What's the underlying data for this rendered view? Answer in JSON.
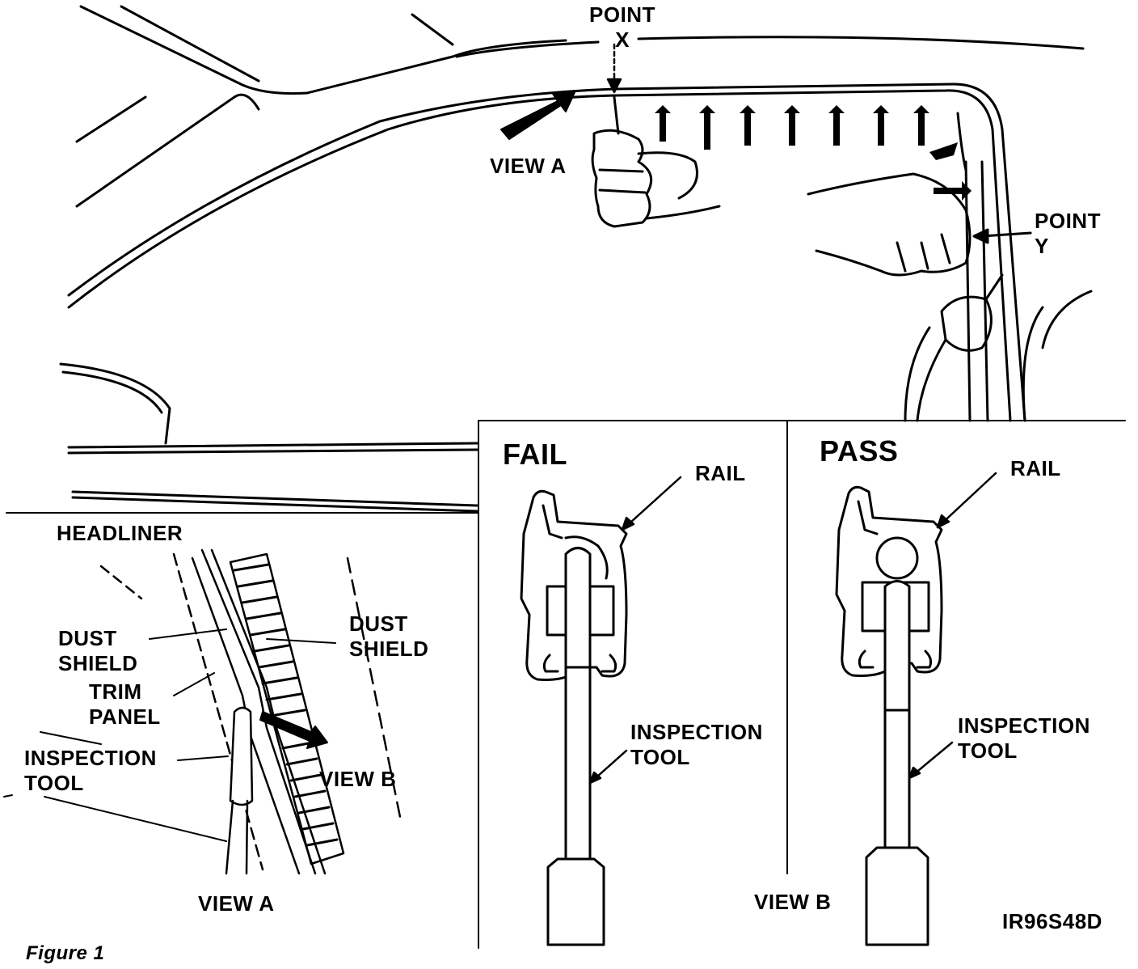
{
  "labels": {
    "point_x": "POINT\nX",
    "point_y": "POINT\nY",
    "view_a_top": "VIEW A",
    "headliner": "HEADLINER",
    "dust_shield_left": "DUST\nSHIELD",
    "dust_shield_right": "DUST\nSHIELD",
    "trim_panel": "TRIM\nPANEL",
    "inspection_tool_left": "INSPECTION\nTOOL",
    "view_b_small": "VIEW B",
    "view_a_bottom": "VIEW A",
    "fail": "FAIL",
    "pass": "PASS",
    "rail_fail": "RAIL",
    "rail_pass": "RAIL",
    "inspection_tool_fail": "INSPECTION\nTOOL",
    "inspection_tool_pass": "INSPECTION\nTOOL",
    "view_b_bottom": "VIEW B",
    "code": "IR96S48D",
    "figure": "Figure 1"
  }
}
